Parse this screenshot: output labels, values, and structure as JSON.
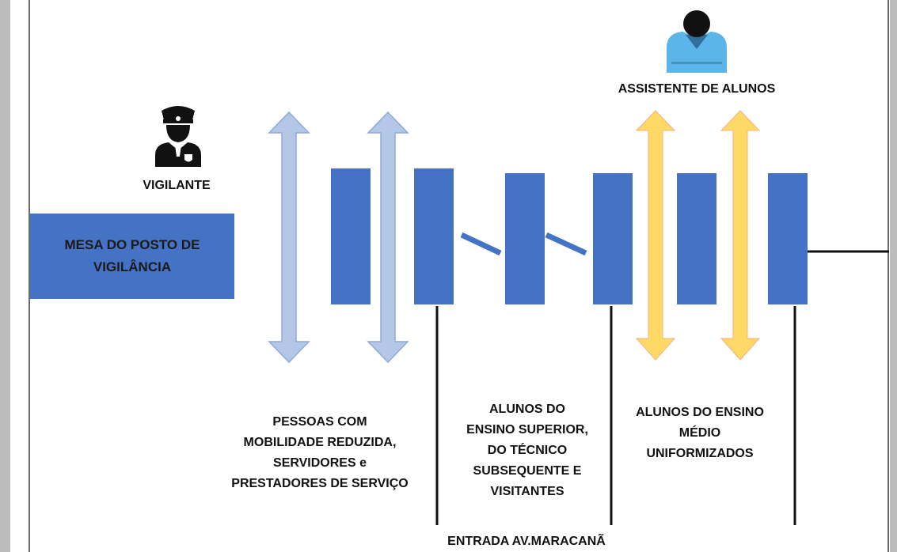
{
  "desk_label": "MESA DO POSTO DE\nVIGILÂNCIA",
  "guard_label": "VIGILANTE",
  "assistant_label": "ASSISTENTE DE ALUNOS",
  "lanes": {
    "lane1": "PESSOAS COM\nMOBILIDADE REDUZIDA,\nSERVIDORES e\nPRESTADORES DE SERVIÇO",
    "lane2": "ALUNOS DO\nENSINO SUPERIOR,\nDO TÉCNICO\nSUBSEQUENTE E\nVISITANTES",
    "lane3": "ALUNOS DO ENSINO\nMÉDIO\nUNIFORMIZADOS"
  },
  "entrance_label": "ENTRADA AV.MARACANÃ",
  "colors": {
    "turnstile": "#4472c4",
    "light_arrow": "#b4c7e7",
    "yellow_arrow": "#ffd966",
    "assistant_shirt": "#5bb5e8",
    "icon_dark": "#111111"
  },
  "icons": [
    "police-officer-icon",
    "student-assistant-icon"
  ]
}
